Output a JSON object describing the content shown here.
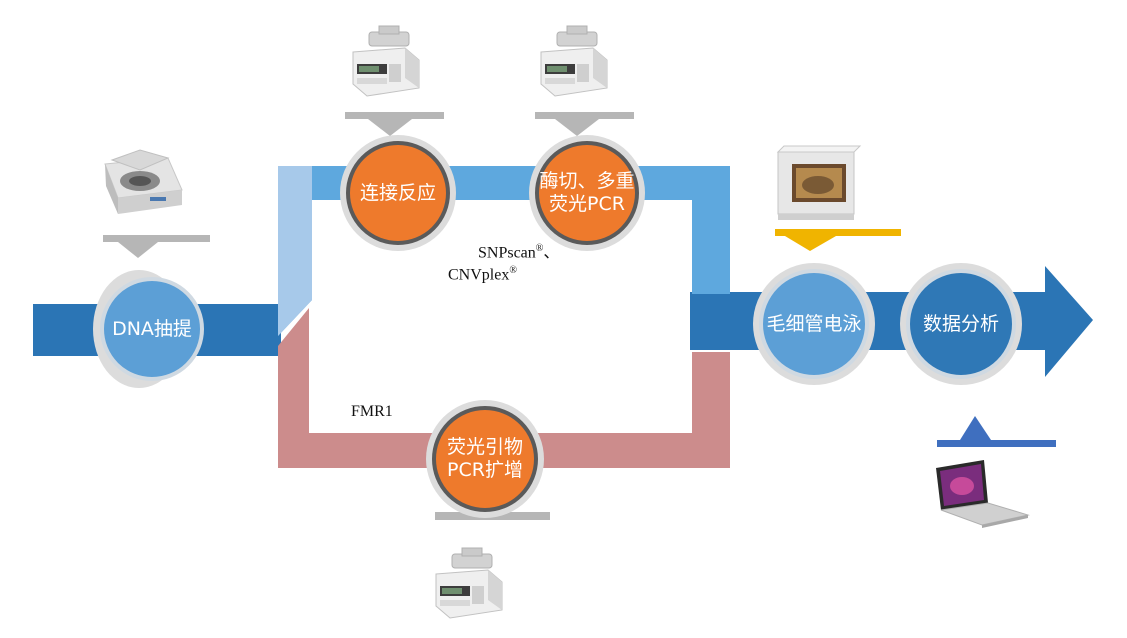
{
  "nodes": {
    "dna_extraction": "DNA抽提",
    "ligation": "连接反应",
    "digestion_multiplex": [
      "酶切、多重",
      "荧光PCR"
    ],
    "fluorescent_primer": [
      "荧光引物",
      "PCR扩增"
    ],
    "capillary": "毛细管电泳",
    "analysis": "数据分析"
  },
  "notes": {
    "snpscan": "SNPscan",
    "cnvplex": "CNVplex",
    "registered_mark": "®",
    "separator": "、",
    "fmr1": "FMR1"
  },
  "colors": {
    "main_arrow": "#2b75b5",
    "upper_loop": "#5ea8de",
    "upper_loop_light": "#a7c9ea",
    "lower_loop": "#cc8c8c",
    "orange_node": "#ee7a2c",
    "blue_node": "#5c9fd6",
    "dark_blue_node": "#2f78b6",
    "node_ring": "#dcdcdc",
    "gray_stand": "#b6b6b6",
    "yellow_stand": "#f0b400",
    "navy_stand": "#3f6fbf"
  },
  "icons": {
    "centrifuge": "centrifuge-icon",
    "thermocycler": "thermocycler-icon",
    "sequencer": "genetic-analyzer-icon",
    "laptop": "laptop-icon"
  }
}
